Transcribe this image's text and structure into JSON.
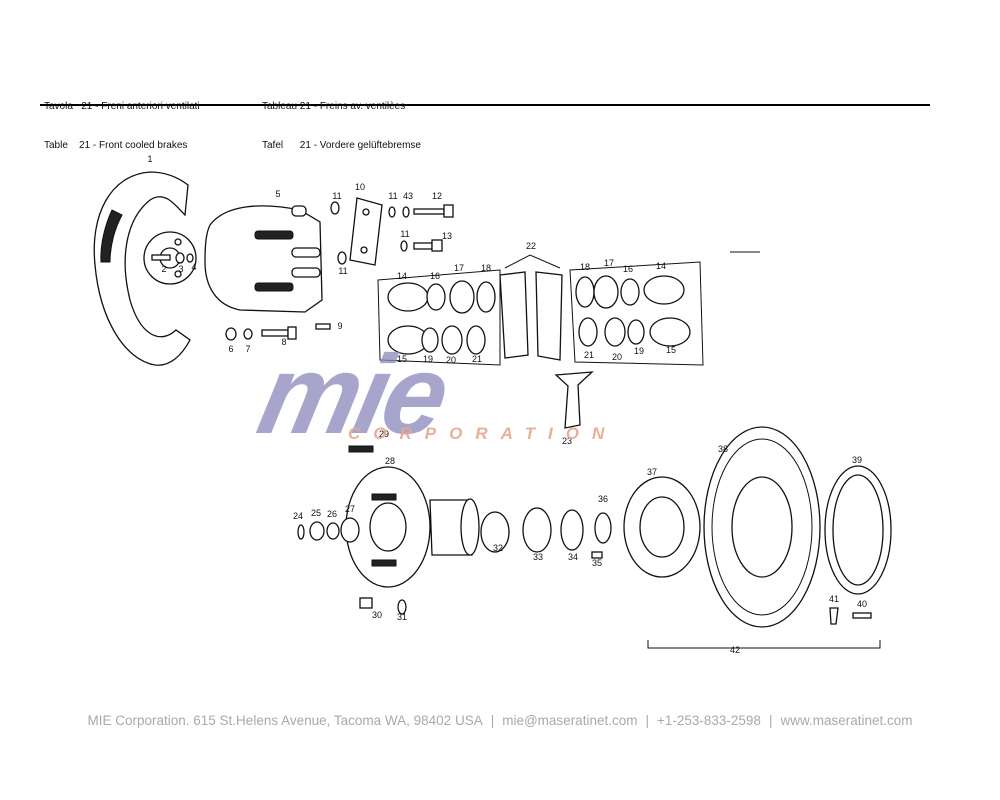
{
  "header": {
    "left": [
      "Tavola   21 - Freni anteriori ventilati",
      "Table    21 - Front cooled brakes"
    ],
    "right": [
      "Tableau 21 - Freins av. ventilèes",
      "Tafel      21 - Vordere gelüftebremse"
    ]
  },
  "callouts": [
    "1",
    "2",
    "3",
    "4",
    "5",
    "6",
    "7",
    "8",
    "9",
    "10",
    "11",
    "11",
    "11",
    "43",
    "12",
    "11",
    "13",
    "14",
    "16",
    "17",
    "18",
    "22",
    "18",
    "17",
    "16",
    "14",
    "15",
    "19",
    "20",
    "21",
    "21",
    "20",
    "19",
    "15",
    "23",
    "29",
    "28",
    "24",
    "25",
    "26",
    "27",
    "32",
    "33",
    "34",
    "36",
    "35",
    "37",
    "38",
    "39",
    "30",
    "31",
    "41",
    "40",
    "42"
  ],
  "watermark": {
    "letters": "mie",
    "word": "CORPORATION"
  },
  "footer": {
    "address": "MIE Corporation. 615 St.Helens Avenue, Tacoma WA, 98402 USA",
    "email": "mie@maseratinet.com",
    "phone": "+1-253-833-2598",
    "web": "www.maseratinet.com"
  }
}
